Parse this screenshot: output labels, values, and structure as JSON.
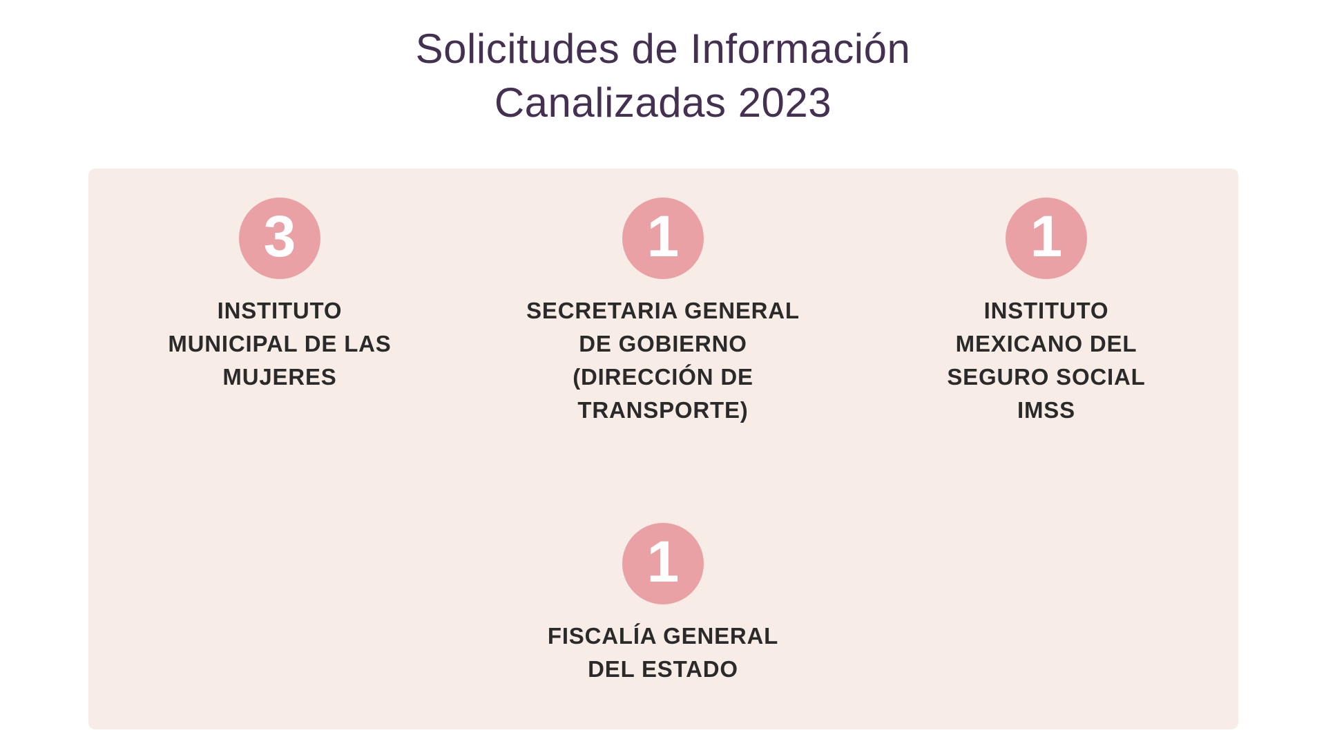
{
  "title": {
    "line1": "Solicitudes de Información",
    "line2": "Canalizadas 2023"
  },
  "panel": {
    "items": [
      {
        "value": "3",
        "label": "INSTITUTO\nMUNICIPAL DE LAS\nMUJERES"
      },
      {
        "value": "1",
        "label": "SECRETARIA GENERAL\nDE GOBIERNO\n(DIRECCIÓN DE\nTRANSPORTE)"
      },
      {
        "value": "1",
        "label": "INSTITUTO\nMEXICANO DEL\nSEGURO SOCIAL\nIMSS"
      },
      {
        "value": "1",
        "label": "FISCALÍA GENERAL\nDEL ESTADO"
      }
    ]
  },
  "colors": {
    "title": "#443051",
    "panel_bg": "#f8ece6",
    "circle_bg": "#e9a1a6",
    "number": "#ffffff",
    "label": "#2a2a2a",
    "page_bg": "#ffffff"
  },
  "chart_data": {
    "type": "pictorial",
    "title": "Solicitudes de Información Canalizadas 2023",
    "categories": [
      "INSTITUTO MUNICIPAL DE LAS MUJERES",
      "SECRETARIA GENERAL DE GOBIERNO (DIRECCIÓN DE TRANSPORTE)",
      "INSTITUTO MEXICANO DEL SEGURO SOCIAL IMSS",
      "FISCALÍA GENERAL DEL ESTADO"
    ],
    "values": [
      3,
      1,
      1,
      1
    ],
    "legend": "none",
    "accent_color": "#e9a1a6"
  }
}
